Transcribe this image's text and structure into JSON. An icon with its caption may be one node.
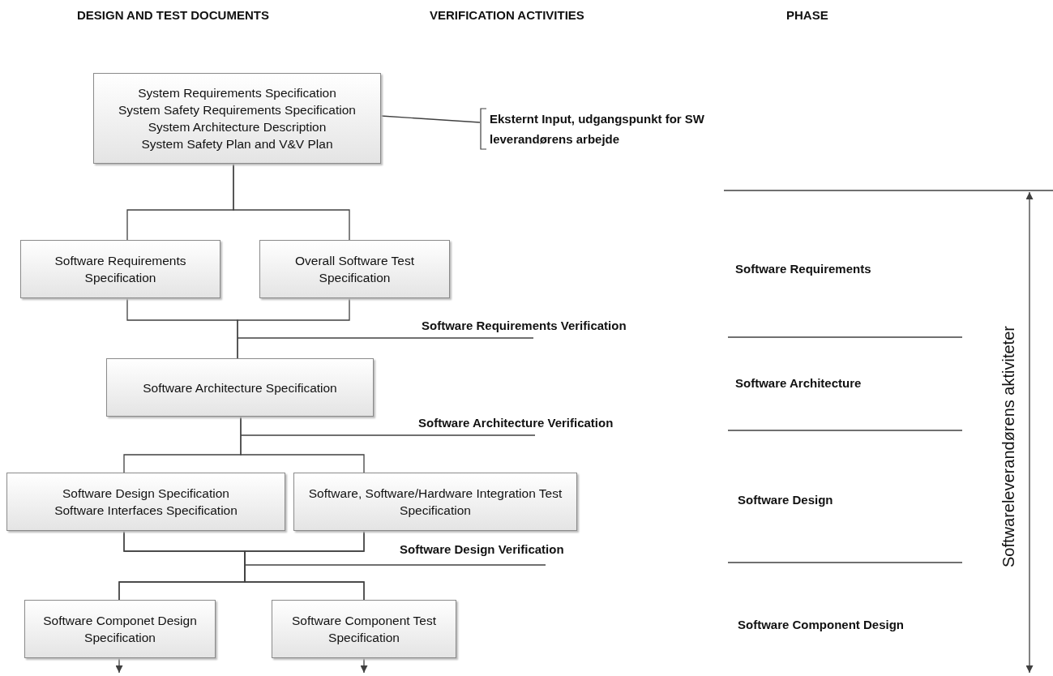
{
  "diagram": {
    "nodes": [
      {
        "text": [
          "System Requirements Specification",
          "System Safety Requirements Specification",
          "System Architecture Description",
          "System Safety Plan and V&V Plan"
        ]
      },
      {
        "text": [
          "Eksternt Input, udgangspunkt for SW leverandørens arbejde"
        ]
      },
      {
        "text": [
          "Software Requirements Specification"
        ]
      },
      {
        "text": [
          "Overall Software Test Specification"
        ]
      },
      {
        "text": [
          "Software Architecture Specification"
        ]
      },
      {
        "text": [
          "Software Design Specification",
          "Software Interfaces Specification"
        ]
      },
      {
        "text": [
          "Software, Software/Hardware Integration Test Specification"
        ]
      },
      {
        "text": [
          "Software Componet Design Specification"
        ]
      },
      {
        "text": [
          "Software Component Test Specification"
        ]
      }
    ],
    "edges": [
      {
        "from": 0,
        "to": 1,
        "arrow": "none"
      },
      {
        "from": 0,
        "to": 2,
        "arrow": "none"
      },
      {
        "from": 0,
        "to": 3,
        "arrow": "none"
      },
      {
        "from": 2,
        "to": 4,
        "arrow": "none"
      },
      {
        "from": 3,
        "to": 4,
        "arrow": "none"
      },
      {
        "from": 4,
        "to": 5,
        "arrow": "none"
      },
      {
        "from": 4,
        "to": 6,
        "arrow": "none"
      },
      {
        "from": 5,
        "to": 7,
        "arrow": "none"
      },
      {
        "from": 5,
        "to": 8,
        "arrow": "none"
      },
      {
        "from": 6,
        "to": 7,
        "arrow": "none"
      },
      {
        "from": 6,
        "to": 8,
        "arrow": "none"
      },
      {
        "from": 7,
        "to": null,
        "arrow": "to"
      },
      {
        "from": 8,
        "to": null,
        "arrow": "to"
      }
    ],
    "labels": [
      "DESIGN AND TEST DOCUMENTS",
      "VERIFICATION ACTIVITIES",
      "PHASE",
      "Software Requirements",
      "Softwareleverandørens aktiviteter",
      "Software Requirements Verification",
      "Software Architecture",
      "Software Architecture Verification",
      "Software Design",
      "Software Design Verification",
      "Software Component Design"
    ]
  }
}
